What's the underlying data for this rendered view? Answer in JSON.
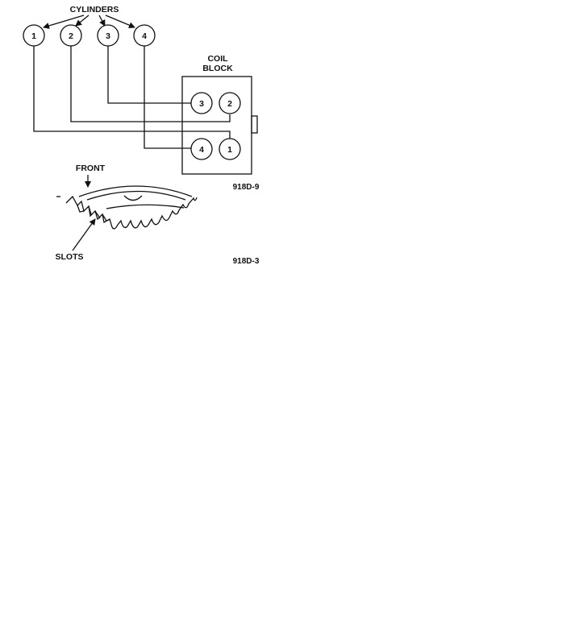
{
  "labels": {
    "cylinders": "CYLINDERS",
    "coil_line1": "COIL",
    "coil_line2": "BLOCK",
    "front": "FRONT",
    "slots": "SLOTS",
    "fig1_code": "918D-9",
    "fig2_code": "918D-3"
  },
  "cylinders": [
    "1",
    "2",
    "3",
    "4"
  ],
  "coil_terminals": {
    "top_left": "3",
    "top_right": "2",
    "bottom_left": "4",
    "bottom_right": "1"
  }
}
